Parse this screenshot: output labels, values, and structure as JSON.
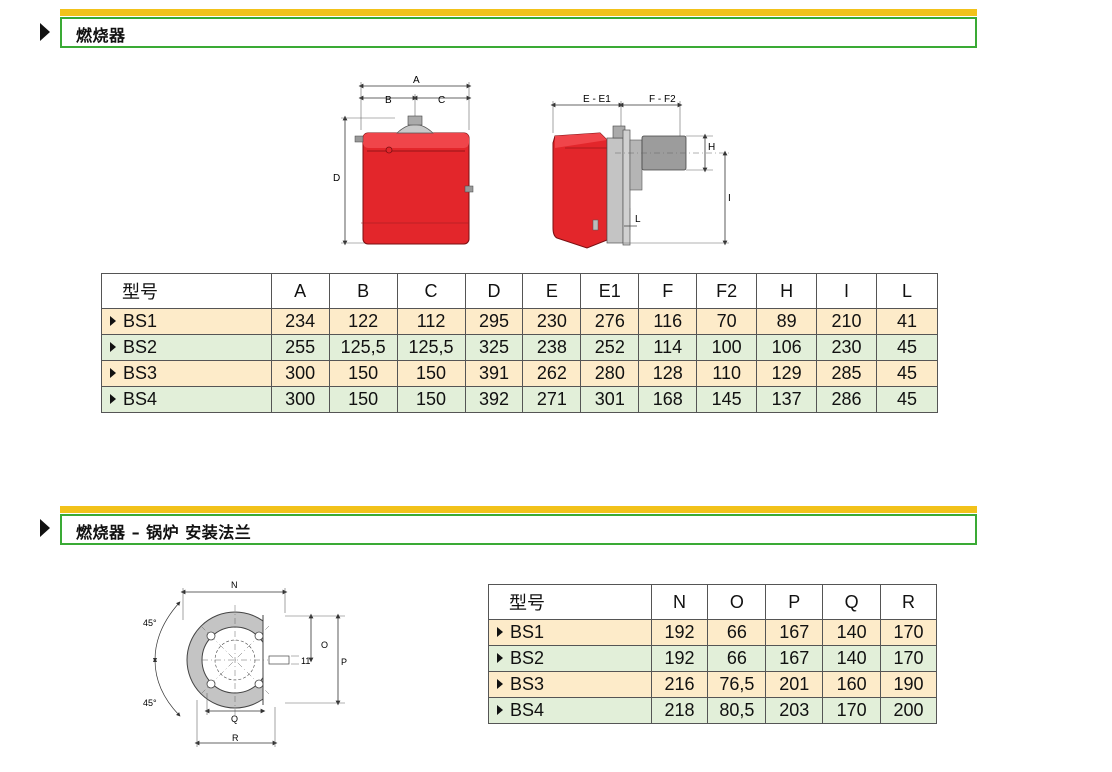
{
  "section1": {
    "title": "燃烧器"
  },
  "section2": {
    "title": "燃烧器 – 锅炉 安装法兰"
  },
  "drawing1": {
    "labels": {
      "A": "A",
      "B": "B",
      "C": "C",
      "D": "D",
      "E_E1": "E - E1",
      "F_F2": "F - F2",
      "H": "H",
      "I": "I",
      "L": "L"
    }
  },
  "drawing2": {
    "labels": {
      "N": "N",
      "O": "O",
      "P": "P",
      "Q": "Q",
      "R": "R",
      "angle1": "45°",
      "angle2": "45°",
      "eleven": "11"
    }
  },
  "table1": {
    "headers": [
      "型号",
      "A",
      "B",
      "C",
      "D",
      "E",
      "E1",
      "F",
      "F2",
      "H",
      "I",
      "L"
    ],
    "rows": [
      [
        "BS1",
        "234",
        "122",
        "112",
        "295",
        "230",
        "276",
        "116",
        "70",
        "89",
        "210",
        "41"
      ],
      [
        "BS2",
        "255",
        "125,5",
        "125,5",
        "325",
        "238",
        "252",
        "114",
        "100",
        "106",
        "230",
        "45"
      ],
      [
        "BS3",
        "300",
        "150",
        "150",
        "391",
        "262",
        "280",
        "128",
        "110",
        "129",
        "285",
        "45"
      ],
      [
        "BS4",
        "300",
        "150",
        "150",
        "392",
        "271",
        "301",
        "168",
        "145",
        "137",
        "286",
        "45"
      ]
    ]
  },
  "table2": {
    "headers": [
      "型号",
      "N",
      "O",
      "P",
      "Q",
      "R"
    ],
    "rows": [
      [
        "BS1",
        "192",
        "66",
        "167",
        "140",
        "170"
      ],
      [
        "BS2",
        "192",
        "66",
        "167",
        "140",
        "170"
      ],
      [
        "BS3",
        "216",
        "76,5",
        "201",
        "160",
        "190"
      ],
      [
        "BS4",
        "218",
        "80,5",
        "203",
        "170",
        "200"
      ]
    ]
  }
}
